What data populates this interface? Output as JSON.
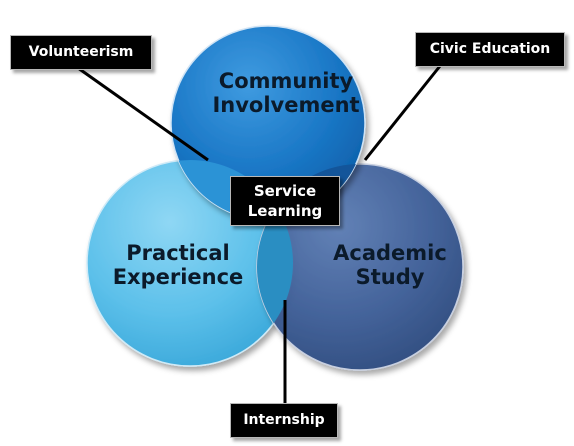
{
  "circles": {
    "top": {
      "line1": "Community",
      "line2": "Involvement"
    },
    "left": {
      "line1": "Practical",
      "line2": "Experience"
    },
    "right": {
      "line1": "Academic",
      "line2": "Study"
    }
  },
  "labels": {
    "volunteerism": "Volunteerism",
    "civic_education": "Civic Education",
    "service_line1": "Service",
    "service_line2": "Learning",
    "internship": "Internship"
  },
  "colors": {
    "top_circle": "#1a77c6",
    "left_circle": "#5cc0ea",
    "right_circle": "#3a5d97",
    "label_background": "#000000",
    "label_text": "#ffffff"
  }
}
